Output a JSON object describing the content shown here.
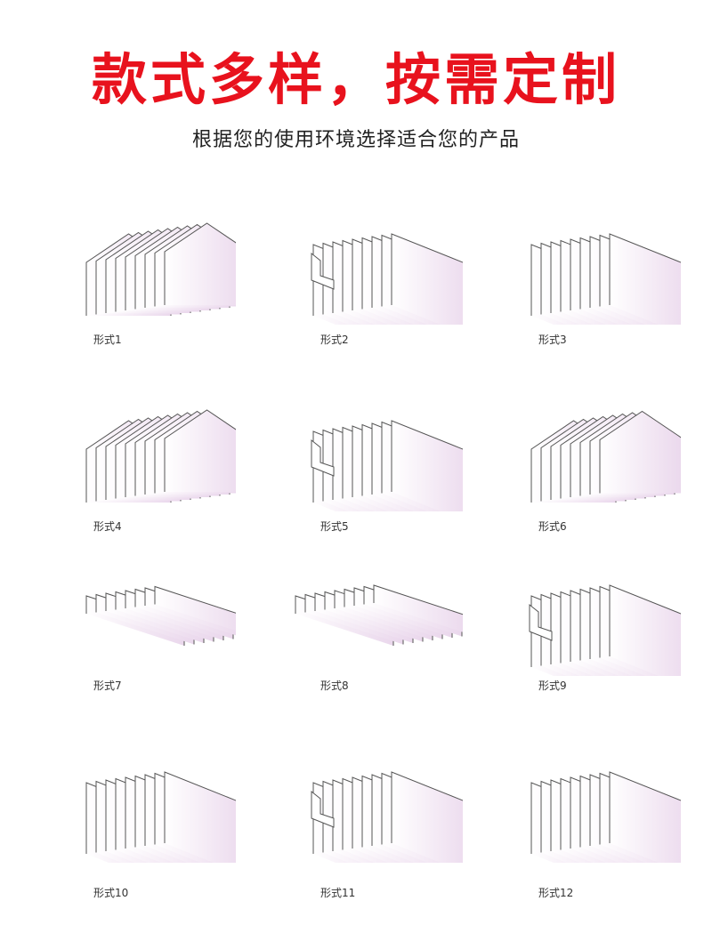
{
  "header": {
    "title": "款式多样，按需定制",
    "subtitle": "根据您的使用环境选择适合您的产品"
  },
  "colors": {
    "title": "#e8121d",
    "shape_stroke": "#555555",
    "shape_fill_light": "#ffffff",
    "shape_fill_tint": "#ead7ec"
  },
  "items": [
    {
      "label": "形式1",
      "icon": "arched-bellows-cover-icon"
    },
    {
      "label": "形式2",
      "icon": "hooked-bellows-cover-icon"
    },
    {
      "label": "形式3",
      "icon": "flat-bellows-cover-icon"
    },
    {
      "label": "形式4",
      "icon": "gabled-bellows-cover-icon"
    },
    {
      "label": "形式5",
      "icon": "framed-bellows-cover-icon"
    },
    {
      "label": "形式6",
      "icon": "stepped-bellows-cover-icon"
    },
    {
      "label": "形式7",
      "icon": "flat-strip-bellows-icon"
    },
    {
      "label": "形式8",
      "icon": "low-profile-bellows-icon"
    },
    {
      "label": "形式9",
      "icon": "single-hook-bellows-icon"
    },
    {
      "label": "形式10",
      "icon": "l-shaped-bellows-icon"
    },
    {
      "label": "形式11",
      "icon": "double-hook-bellows-icon"
    },
    {
      "label": "形式12",
      "icon": "u-shaped-bellows-icon"
    }
  ]
}
